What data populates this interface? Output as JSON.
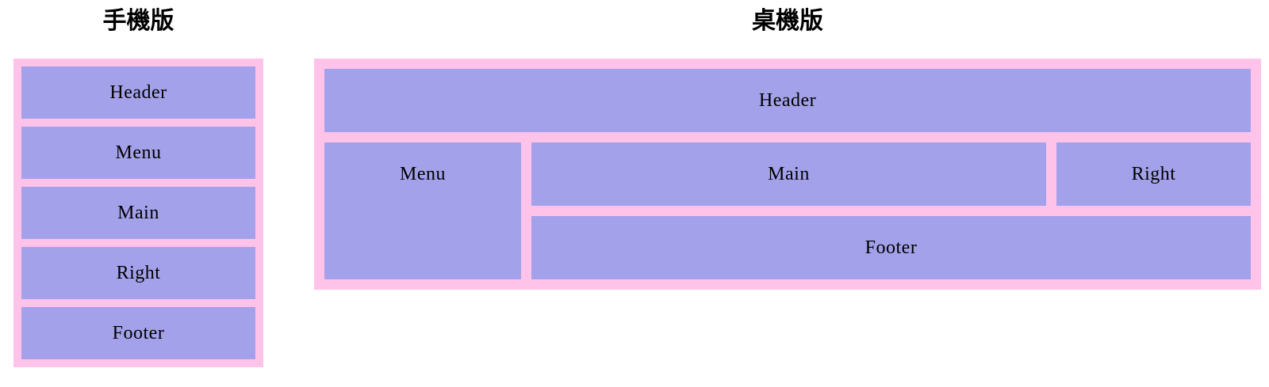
{
  "colors": {
    "page_bg": "#ffffff",
    "panel_bg": "#ffc3ea",
    "box_bg": "#a3a1e9",
    "title_text": "#000000",
    "label_text": "#000000"
  },
  "mobile": {
    "title": "手機版",
    "boxes": [
      {
        "label": "Header"
      },
      {
        "label": "Menu"
      },
      {
        "label": "Main"
      },
      {
        "label": "Right"
      },
      {
        "label": "Footer"
      }
    ]
  },
  "desktop": {
    "title": "桌機版",
    "boxes": {
      "header": {
        "label": "Header"
      },
      "menu": {
        "label": "Menu"
      },
      "main": {
        "label": "Main"
      },
      "right": {
        "label": "Right"
      },
      "footer": {
        "label": "Footer"
      }
    }
  }
}
